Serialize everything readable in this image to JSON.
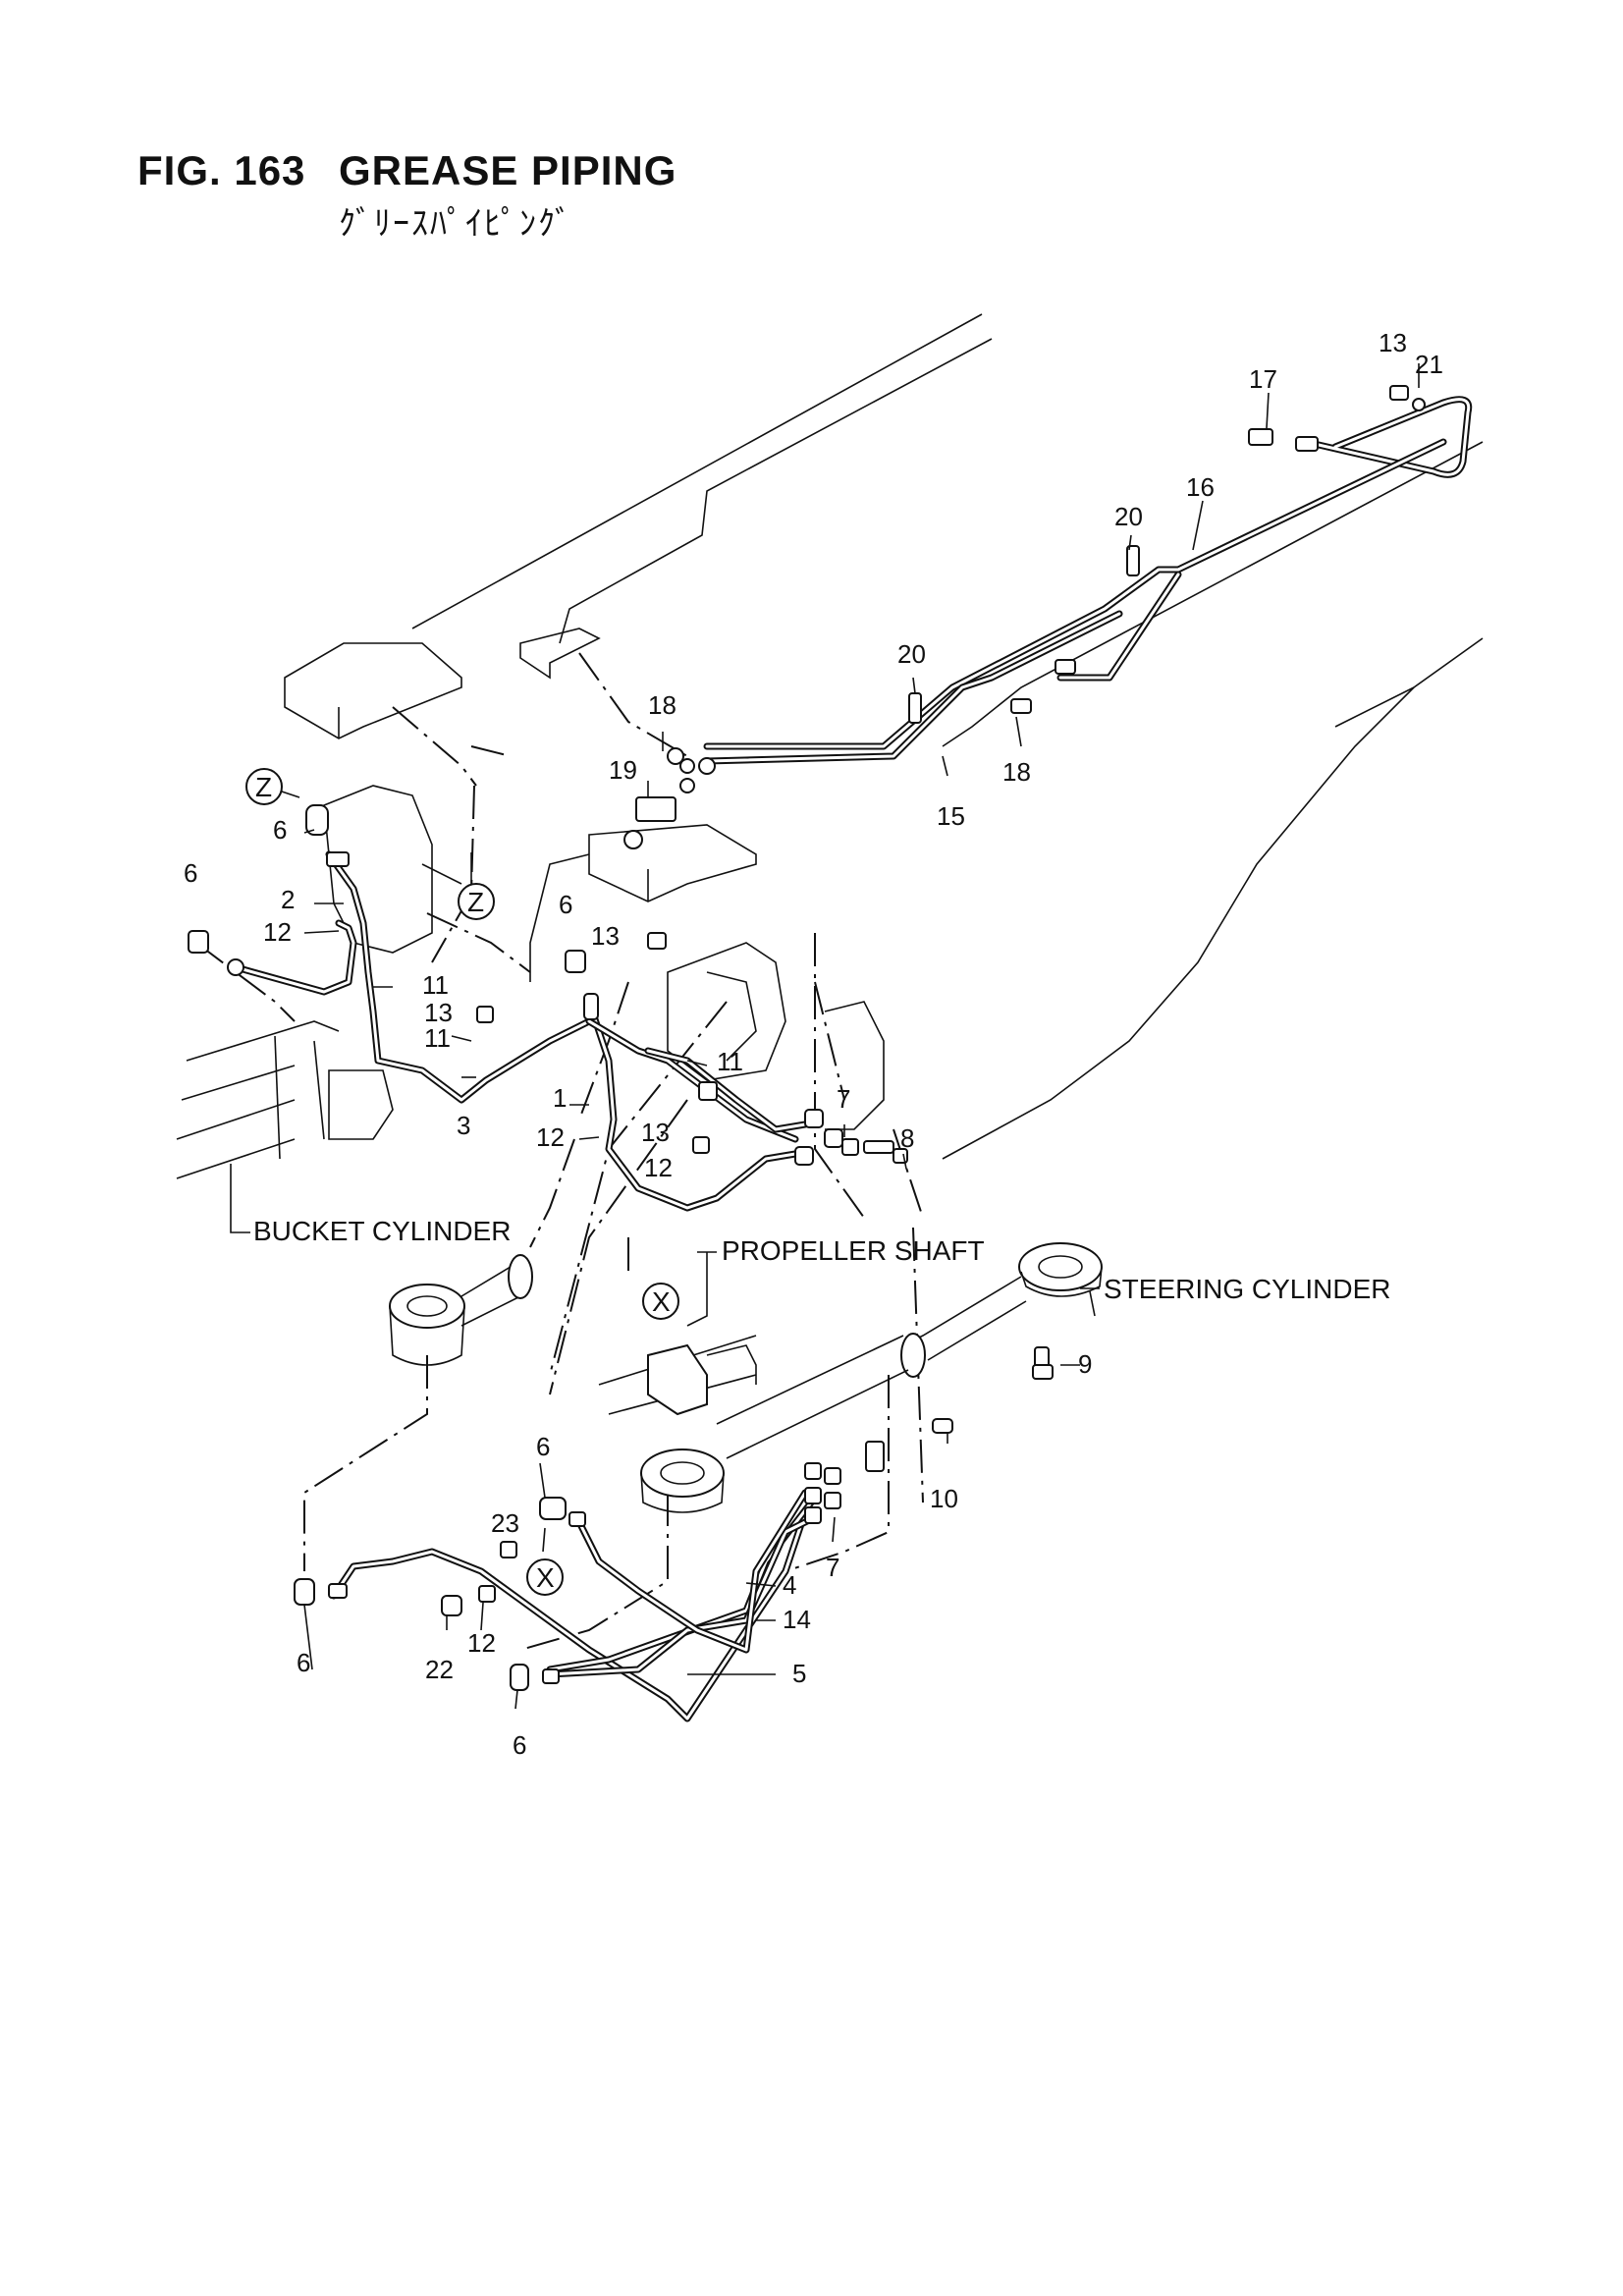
{
  "header": {
    "fig_number": "FIG. 163",
    "title": "GREASE PIPING",
    "subtitle": "ｸﾞﾘｰｽﾊﾟｲﾋﾟﾝｸﾞ"
  },
  "component_labels": {
    "bucket_cylinder": "BUCKET CYLINDER",
    "propeller_shaft": "PROPELLER SHAFT",
    "steering_cylinder": "STEERING CYLINDER"
  },
  "view_markers": {
    "z1": "Z",
    "z2": "Z",
    "x1": "X",
    "x2": "X"
  },
  "part_callouts": {
    "c13a": "13",
    "c21": "21",
    "c17": "17",
    "c16": "16",
    "c20a": "20",
    "c20b": "20",
    "c18a": "18",
    "c18b": "18",
    "c19": "19",
    "c15": "15",
    "c6a": "6",
    "c6b": "6",
    "c2": "2",
    "c12a": "12",
    "c11a": "11",
    "c13b": "13",
    "c11b": "11",
    "c3": "3",
    "c6c": "6",
    "c13c": "13",
    "c1": "1",
    "c12b": "12",
    "c11c": "11",
    "c13d": "13",
    "c12c": "12",
    "c7a": "7",
    "c8": "8",
    "c9": "9",
    "c6d": "6",
    "c23": "23",
    "c10": "10",
    "c7b": "7",
    "c4": "4",
    "c14": "14",
    "c5": "5",
    "c6e": "6",
    "c22": "22",
    "c12d": "12",
    "c6f": "6"
  }
}
